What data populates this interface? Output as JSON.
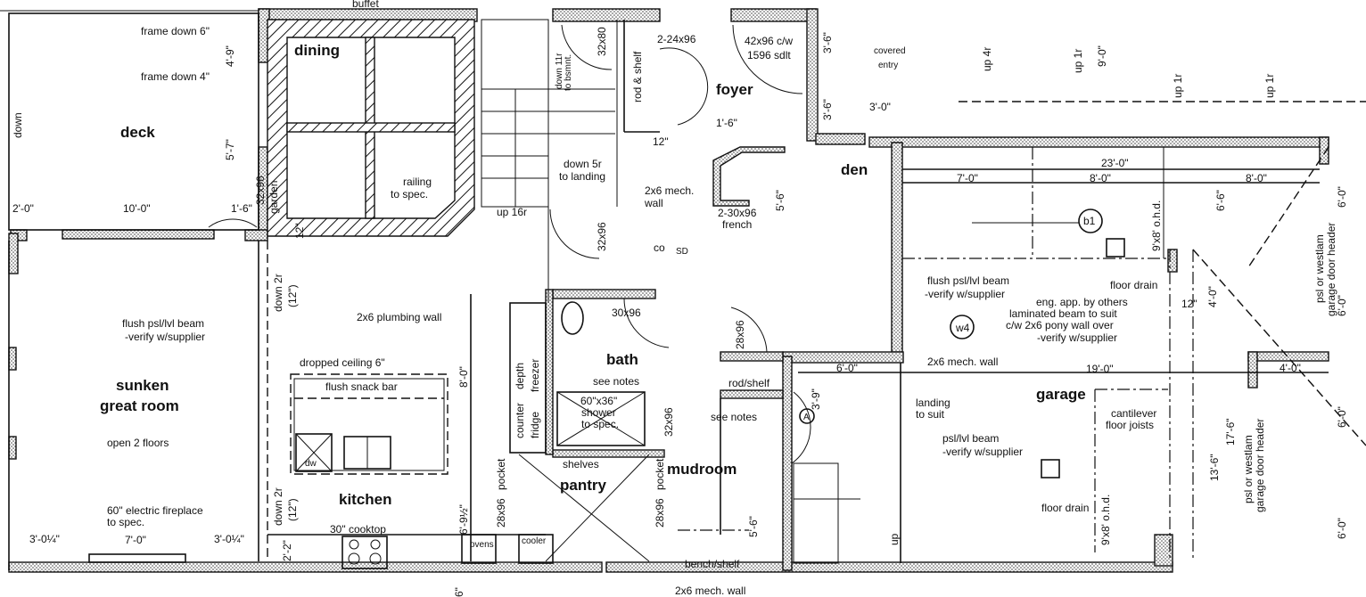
{
  "title": "main floor plan",
  "rooms": {
    "dining": "dining",
    "deck": "deck",
    "foyer": "foyer",
    "den": "den",
    "garage": "garage",
    "bath": "bath",
    "sunken": "sunken",
    "great_room": "great room",
    "kitchen": "kitchen",
    "pantry": "pantry",
    "mudroom": "mudroom"
  },
  "labels": {
    "buffet": "buffet",
    "frame_down_6": "frame down 6\"",
    "frame_down_4": "frame down 4\"",
    "down_deck": "down",
    "dim_4_9": "4'-9\"",
    "dim_5_7": "5'-7\"",
    "dim_2_0": "2'-0\"",
    "dim_10_0": "10'-0\"",
    "dim_1_6a": "1'-6\"",
    "door_32x96a": "32x96",
    "garden": "garden",
    "railing1": "railing",
    "railing2": "to spec.",
    "dim_12a": "12\"",
    "up_16r": "up 16r",
    "down_11r": "down 11r",
    "to_bsmnt": "to bsmnt.",
    "door_32x80": "32x80",
    "rod_shelf_v": "rod & shelf",
    "door_2_24x96": "2-24x96",
    "down_5r": "down 5r",
    "to_landing": "to landing",
    "mech_wall_a1": "2x6 mech.",
    "mech_wall_a2": "wall",
    "door_32x96b": "32x96",
    "dim_12b": "12\"",
    "door_42x96": "42x96 c/w",
    "sdlt": "1596 sdlt",
    "dim_1_6b": "1'-6\"",
    "dim_3_6a": "3'-6\"",
    "dim_3_6b": "3'-6\"",
    "covered": "covered",
    "entry": "entry",
    "dim_3_0": "3'-0\"",
    "up_4r": "up 4r",
    "up_1r_a": "up 1r",
    "dim_9_0": "9'-0\"",
    "up_1r_b": "up 1r",
    "up_1r_c": "up 1r",
    "french1": "2-30x96",
    "french2": "french",
    "dim_5_6a": "5'-6\"",
    "co": "co",
    "sd": "SD",
    "dim_23_0": "23'-0\"",
    "dim_7_0a": "7'-0\"",
    "dim_8_0a": "8'-0\"",
    "dim_8_0b": "8'-0\"",
    "b1": "b1",
    "ohd_a": "9'x8' o.h.d.",
    "dim_6_6": "6'-6\"",
    "dim_6_0a": "6'-0\"",
    "header_a1": "psl or westlam",
    "header_a2": "garage door header",
    "beam_garage1": "flush psl/lvl beam",
    "beam_garage2": "-verify w/supplier",
    "floor_drain_a": "floor drain",
    "eng1": "eng. app. by others",
    "eng2": "laminated beam to suit",
    "eng3": "c/w 2x6 pony wall over",
    "eng4": "-verify w/supplier",
    "dim_12c": "12\"",
    "dim_4_0a": "4'-0\"",
    "dim_6_0b": "6'-0\"",
    "w4": "w4",
    "mech_wall_b": "2x6 mech. wall",
    "dim_19_0": "19'-0\"",
    "dim_6_0c": "6'-0\"",
    "dim_4_0b": "4'-0\"",
    "rod_shelf": "rod/shelf",
    "dim_3_9": "3'-9\"",
    "see_notes_a": "see notes",
    "a_marker": "A",
    "landing1": "landing",
    "landing2": "to suit",
    "beam_b1": "psl/lvl beam",
    "beam_b2": "-verify w/supplier",
    "cant1": "cantilever",
    "cant2": "floor joists",
    "dim_17_6": "17'-6\"",
    "dim_13_6": "13'-6\"",
    "dim_6_0d": "6'-0\"",
    "dim_6_0e": "6'-0\"",
    "header_b1": "psl or westlam",
    "header_b2": "garage door header",
    "floor_drain_b": "floor drain",
    "ohd_b": "9'x8' o.h.d.",
    "dim_5_6b": "5'-6\"",
    "up_garage": "up",
    "bench_shelf": "bench/shelf",
    "mech_wall_c": "2x6 mech. wall",
    "beam_gr1": "flush psl/lvl beam",
    "beam_gr2": "-verify w/supplier",
    "plumbing_wall": "2x6 plumbing wall",
    "door_30x96": "30x96",
    "see_notes_b": "see notes",
    "shower1": "60\"x36\"",
    "shower2": "shower",
    "shower3": "to spec.",
    "door_32x96c": "32x96",
    "door_28x96a": "28x96",
    "down_2r_a": "down 2r",
    "down_12_a": "(12\")",
    "dropped_ceiling": "dropped ceiling 6\"",
    "snack_bar": "flush snack bar",
    "dim_8_0c": "8'-0\"",
    "counter": "counter",
    "depth": "depth",
    "freezer": "freezer",
    "fridge": "fridge",
    "open_2_floors": "open 2 floors",
    "dw": "dw",
    "shelves": "shelves",
    "pocket_a": "pocket",
    "pocket_b": "pocket",
    "door_28x96b": "28x96",
    "door_28x96c": "28x96",
    "dim_6_9h": "6'-9½\"",
    "down_2r_b": "down 2r",
    "down_12_b": "(12\")",
    "fireplace1": "60\" electric fireplace",
    "fireplace2": "to spec.",
    "cooktop": "30\" cooktop",
    "dim_3_0q_a": "3'-0¼\"",
    "dim_7_0b": "7'-0\"",
    "dim_3_0q_b": "3'-0¼\"",
    "dim_2_2": "2'-2\"",
    "ovens": "ovens",
    "cooler": "cooler",
    "dim_6in": "6\""
  }
}
